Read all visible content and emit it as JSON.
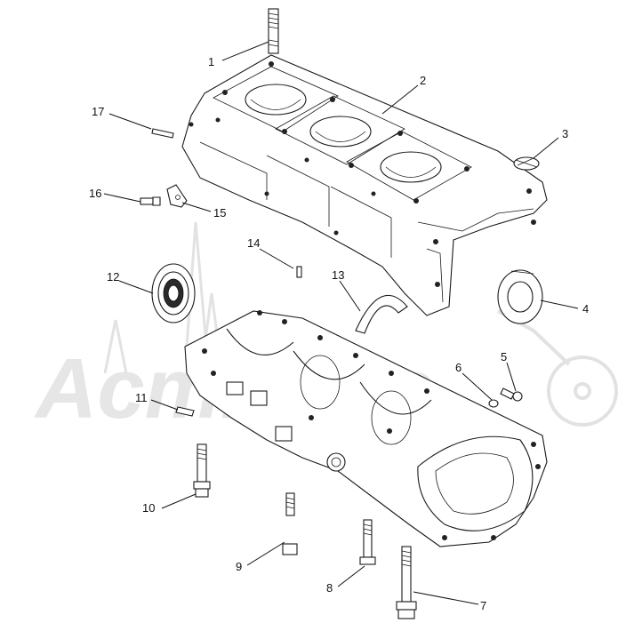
{
  "watermark": {
    "text": "AcmParts",
    "color": "#e6e6e6"
  },
  "callouts": [
    {
      "id": "1",
      "label": "1"
    },
    {
      "id": "2",
      "label": "2"
    },
    {
      "id": "3",
      "label": "3"
    },
    {
      "id": "4",
      "label": "4"
    },
    {
      "id": "5",
      "label": "5"
    },
    {
      "id": "6",
      "label": "6"
    },
    {
      "id": "7",
      "label": "7"
    },
    {
      "id": "8",
      "label": "8"
    },
    {
      "id": "9",
      "label": "9"
    },
    {
      "id": "10",
      "label": "10"
    },
    {
      "id": "11",
      "label": "11"
    },
    {
      "id": "12",
      "label": "12"
    },
    {
      "id": "13",
      "label": "13"
    },
    {
      "id": "14",
      "label": "14"
    },
    {
      "id": "15",
      "label": "15"
    },
    {
      "id": "16",
      "label": "16"
    },
    {
      "id": "17",
      "label": "17"
    }
  ]
}
